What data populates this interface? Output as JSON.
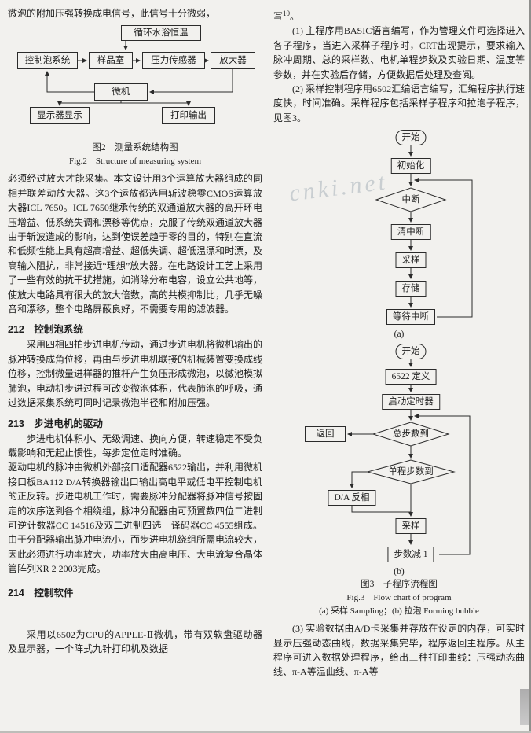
{
  "watermark": "cnki.net",
  "left": {
    "intro": "微泡的附加压强转换成电信号，此信号十分微弱，",
    "fig2": {
      "water": "循环水浴恒温",
      "control": "控制泡系统",
      "sample": "样品室",
      "pressure": "压力传感器",
      "amp": "放大器",
      "computer": "微机",
      "display": "显示器显示",
      "print": "打印输出",
      "caption_cn": "图2　测量系统结构图",
      "caption_en": "Fig.2　Structure of measuring system"
    },
    "para_amp": "必须经过放大才能采集。本文设计用3个运算放大器组成的同相并联差动放大器。这3个运放都选用斩波稳零CMOS运算放大器ICL 7650。ICL 7650继承传统的双通道放大器的高开环电压增益、低系统失调和漂移等优点，克服了传统双通道放大器由于斩波造成的影响，达到使误差趋于零的目的，特别在直流和低频性能上具有超高增益、超低失调、超低温漂和时漂，及高输入阻抗，非常接近“理想”放大器。在电路设计工艺上采用了一些有效的抗干扰措施，如消除分布电容，设立公共地等，使放大电路具有很大的放大倍数，高的共模抑制比，几乎无噪音和漂移，整个电路屏蔽良好，不需要专用的滤波器。",
    "h212": "212　控制泡系统",
    "para_212": "采用四相四拍步进电机传动，通过步进电机将微机输出的脉冲转换成角位移，再由与步进电机联接的机械装置变换成线位移，控制微量进样器的推杆产生负压形成微泡，以微池模拟肺泡，电动机步进过程可改变微泡体积，代表肺泡的呼吸，通过数据采集系统可同时记录微泡半径和附加压强。",
    "h213": "213　步进电机的驱动",
    "para_213a": "步进电机体积小、无级调速、换向方便，转速稳定不受负载影响和无起止惯性，每步定位定时准确。",
    "para_213b": "驱动电机的脉冲由微机外部接口适配器6522输出，并利用微机接口板BA112 D/A转换器输出口输出高电平或低电平控制电机的正反转。步进电机工作时，需要脉冲分配器将脉冲信号按固定的次序送到各个相绕组，脉冲分配器由可预置数四位二进制可逆计数器CC 14516及双二进制四选一译码器CC 4555组成。由于分配器输出脉冲电流小，而步进电机绕组所需电流较大，因此必须进行功率放大，功率放大由高电压、大电流复合晶体管阵列XR 2 2003完成。",
    "h214": "214　控制软件",
    "para_214": "采用以6502为CPU的APPLE-Ⅱ微机，带有双软盘驱动器及显示器，一个阵式九针打印机及数据"
  },
  "right": {
    "cont_pre": "写",
    "cont_sup": "10",
    "cont_post": "。",
    "item1": "(1) 主程序用BASIC语言编写，作为管理文件可选择进入各子程序，当进入采样子程序时，CRT出现提示，要求输入脉冲周期、总的采样数、电机单程步数及实验日期、温度等参数，并在实验后存储，方便数据后处理及查阅。",
    "item2": "(2) 采样控制程序用6502汇编语言编写，汇编程序执行速度快，时间准确。采样程序包括采样子程序和拉泡子程序，见图3。",
    "fig3": {
      "a": {
        "start": "开始",
        "init": "初始化",
        "interrupt": "中断",
        "clear": "清中断",
        "sample": "采样",
        "store": "存储",
        "wait": "等待中断",
        "label": "(a)"
      },
      "b": {
        "start": "开始",
        "define": "6522 定义",
        "timer": "启动定时器",
        "total": "总步数到",
        "ret": "返回",
        "single": "单程步数到",
        "da": "D/A 反相",
        "sample": "采样",
        "minus": "步数减 1",
        "label": "(b)"
      },
      "caption_cn": "图3　子程序流程图",
      "caption_en": "Fig.3　Flow chart of program",
      "caption_sub": "(a) 采样 Sampling；(b) 拉泡 Forming bubble"
    },
    "item3": "(3) 实验数据由A/D卡采集并存放在设定的内存，可实时显示压强动态曲线，数据采集完毕，程序返回主程序。从主程序可进入数据处理程序，给出三种打印曲线：压强动态曲线、π-A等温曲线、π-A等"
  }
}
